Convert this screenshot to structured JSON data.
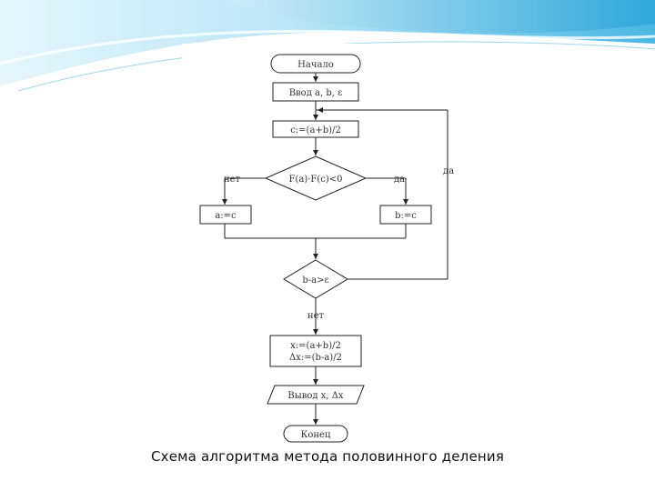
{
  "flowchart": {
    "start": "Начало",
    "input": "Ввод a, b, ε",
    "midpoint": "c:=(a+b)/2",
    "condition": "F(a)·F(c)<0",
    "branch_no": "нет",
    "branch_yes": "да",
    "assign_a": "a:=c",
    "assign_b": "b:=c",
    "loop_condition": "b-a>ε",
    "loop_yes": "да",
    "loop_no": "нет",
    "result_line1": "x:=(a+b)/2",
    "result_line2": "Δx:=(b-a)/2",
    "output": "Вывод x, Δx",
    "end": "Конец"
  },
  "caption": "Схема алгоритма метода половинного деления",
  "colors": {
    "banner_light": "#dff3fb",
    "banner_mid": "#7fd0ee",
    "banner_dark": "#2aa5d8",
    "line": "#222222"
  }
}
